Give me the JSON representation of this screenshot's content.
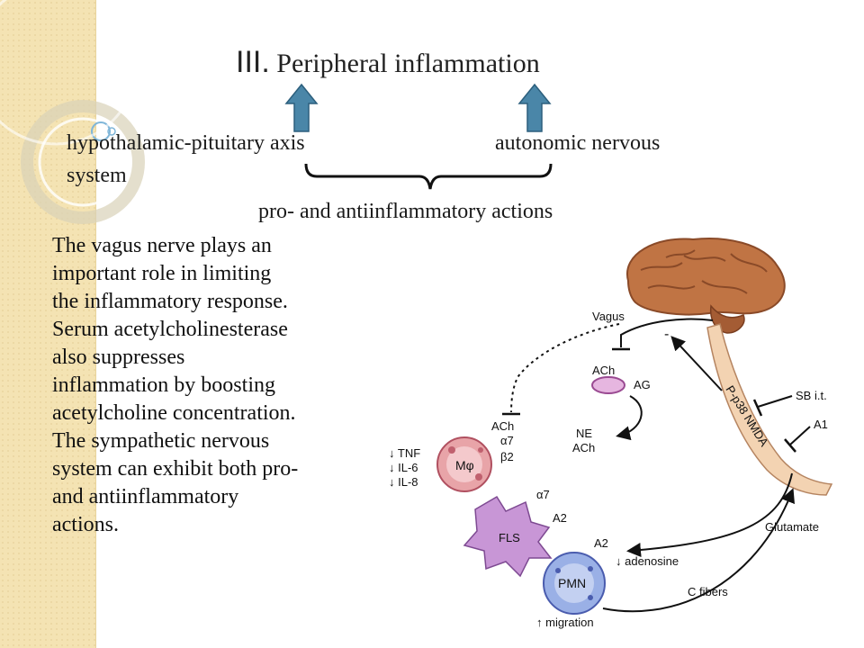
{
  "slide": {
    "title_numeral": "III.",
    "title_text": "Peripheral inflammation",
    "left_label_line1": "hypothalamic-pituitary axis",
    "left_label_line2": "system",
    "right_label": "autonomic nervous",
    "bottom_label": "pro- and antiinflammatory actions",
    "paragraph_lines": [
      "The vagus nerve plays an",
      "important role in limiting",
      "the inflammatory response.",
      "Serum acetylcholinesterase",
      "also suppresses",
      "inflammation by boosting",
      "acetylcholine concentration.",
      "The sympathetic nervous",
      "system can exhibit both pro-",
      "and antiinflammatory",
      "actions."
    ],
    "colors": {
      "arrow_fill": "#4a86a8",
      "strip": "#f4e3b3"
    }
  },
  "figure": {
    "vagus": "Vagus",
    "minus": "-",
    "ach_top": "ACh",
    "ag": "AG",
    "ach_mid": "ACh",
    "alpha7": "α7",
    "beta2": "β2",
    "ne": "NE",
    "ach_ne": "ACh",
    "tnf": "↓ TNF",
    "il6": "↓ IL-6",
    "il8": "↓ IL-8",
    "mphi": "Mφ",
    "fls": "FLS",
    "alpha7_fls": "α7",
    "a2_fls": "A2",
    "sb": "SB i.t.",
    "a1": "A1",
    "pp38": "P-p38 NMDA",
    "glutamate": "Glutamate",
    "a2_pmn": "A2",
    "adenosine": "↓ adenosine",
    "pmn": "PMN",
    "cfibers": "C fibers",
    "migration": "↑ migration"
  }
}
